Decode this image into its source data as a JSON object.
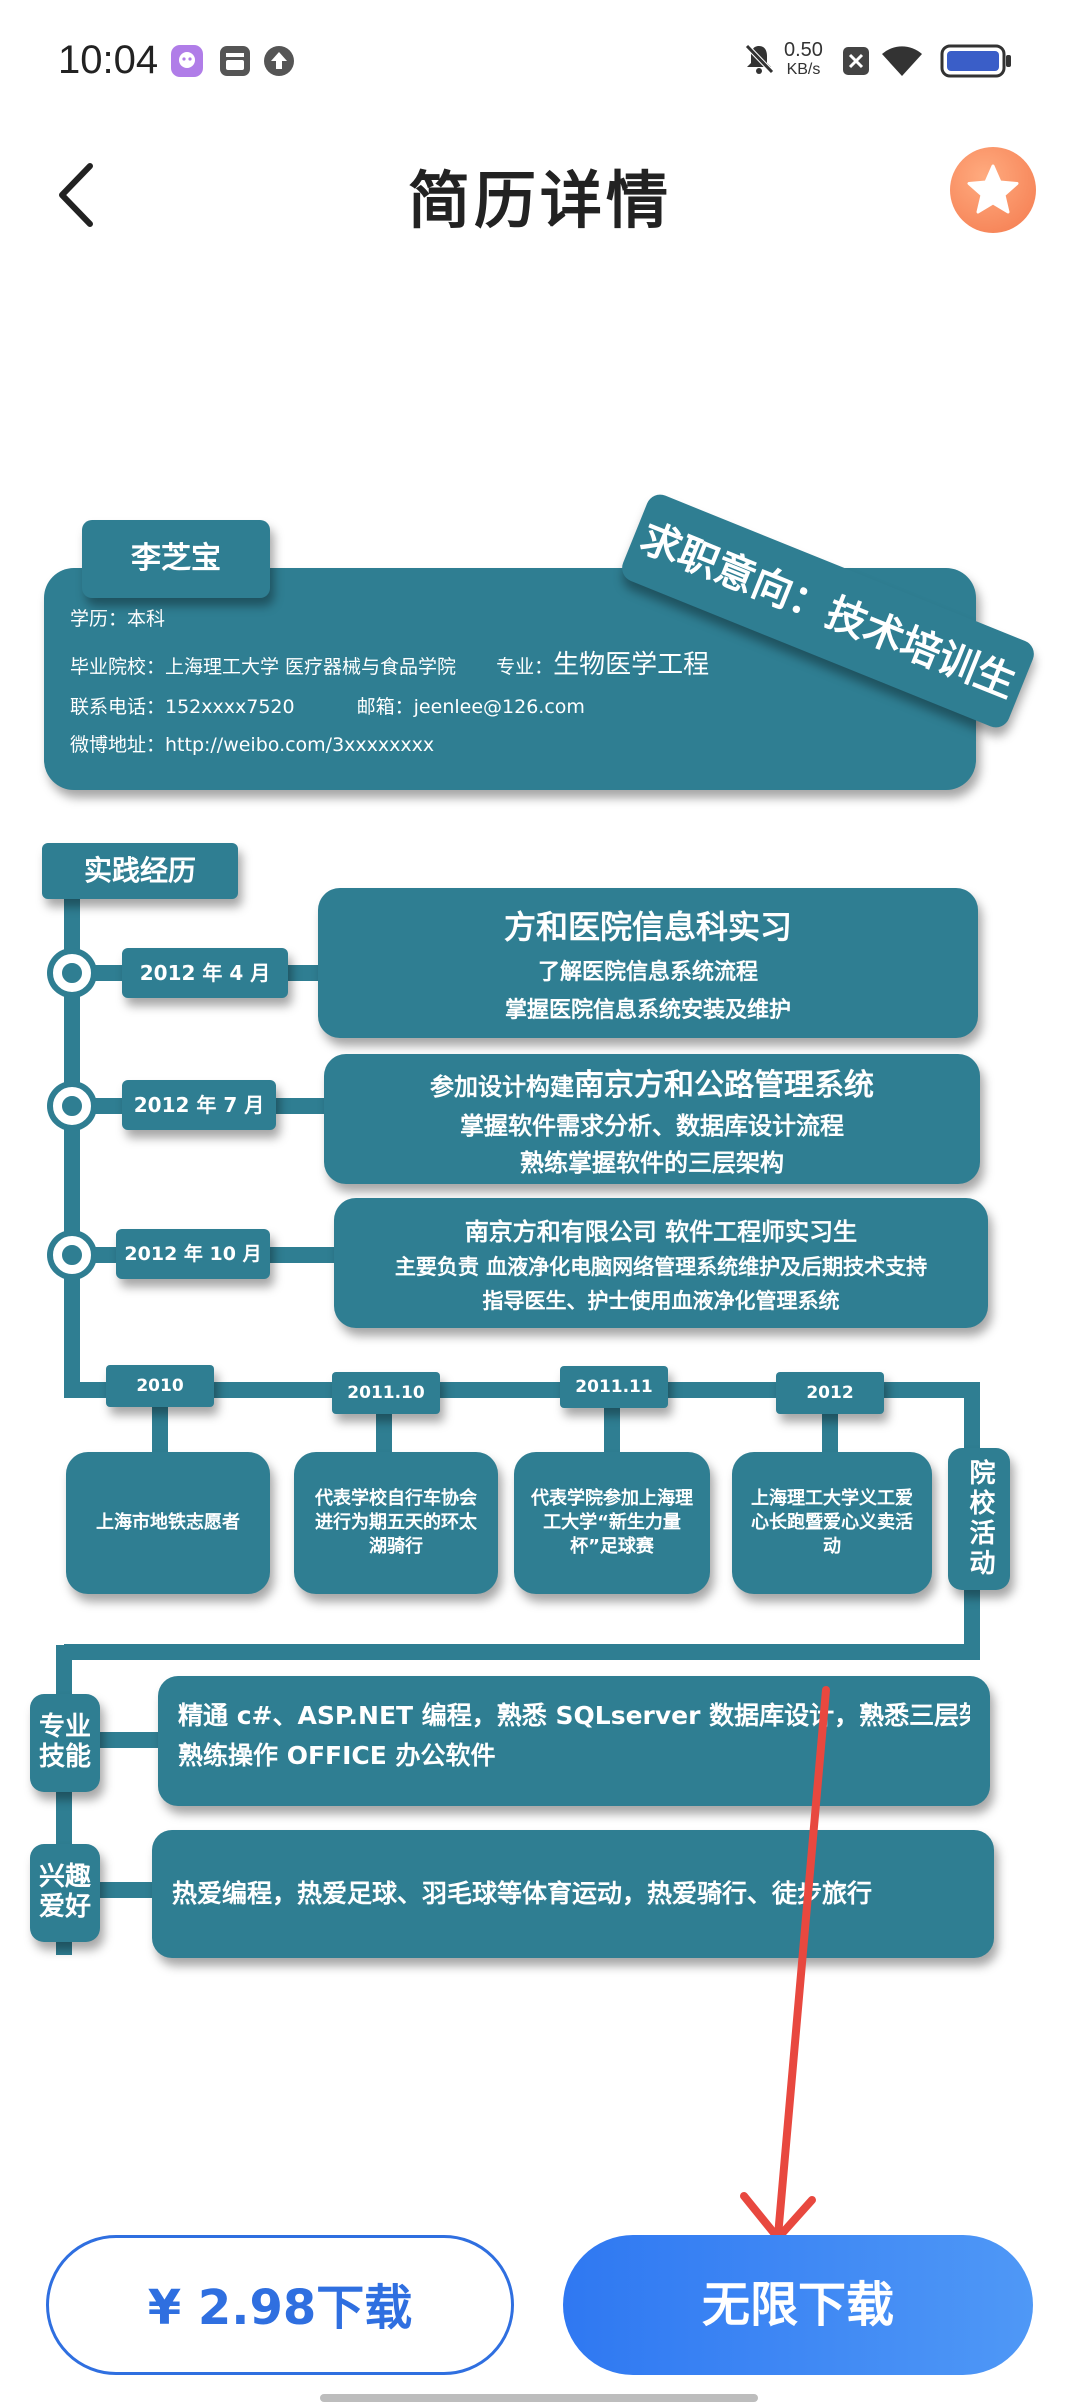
{
  "status_bar": {
    "time": "10:04",
    "net_speed_value": "0.50",
    "net_speed_unit": "KB/s",
    "icons": [
      "app-notification-icon",
      "inbox-icon",
      "upload-icon",
      "mute-icon",
      "sim-off-icon",
      "wifi-icon",
      "battery-icon"
    ]
  },
  "header": {
    "title": "简历详情",
    "back_icon": "chevron-left-icon",
    "favorite_icon": "star-icon"
  },
  "resume": {
    "name": "李芝宝",
    "intent": "求职意向：技术培训生",
    "education_line": "学历：本科",
    "school_line": "毕业院校：上海理工大学  医疗器械与食品学院",
    "major_label": "专业：",
    "major_value": "生物医学工程",
    "phone_line": "联系电话：152xxxx7520",
    "email_line": "邮箱：jeenlee@126.com",
    "weibo_line": "微博地址：http://weibo.com/3xxxxxxxx",
    "practice_title": "实践经历",
    "experiences": [
      {
        "date": "2012 年 4 月",
        "line1": "方和医院信息科实习",
        "line2": "了解医院信息系统流程",
        "line3": "掌握医院信息系统安装及维护"
      },
      {
        "date": "2012 年 7 月",
        "line1_prefix": "参加设计构建",
        "line1": "南京方和公路管理系统",
        "line2": "掌握软件需求分析、数据库设计流程",
        "line3": "熟练掌握软件的三层架构"
      },
      {
        "date": "2012 年 10 月",
        "line1": "南京方和有限公司    软件工程师实习生",
        "line2": "主要负责 血液净化电脑网络管理系统维护及后期技术支持",
        "line3": "指导医生、护士使用血液净化管理系统"
      }
    ],
    "activities_title": "院校活动",
    "activities": [
      {
        "year": "2010",
        "text": "上海市地铁志愿者"
      },
      {
        "year": "2011.10",
        "text": "代表学校自行车协会进行为期五天的环太湖骑行"
      },
      {
        "year": "2011.11",
        "text": "代表学院参加上海理工大学“新生力量杯”足球赛"
      },
      {
        "year": "2012",
        "text": "上海理工大学义工爱心长跑暨爱心义卖活动"
      }
    ],
    "skills_title": "专业技能",
    "skills_line1": "精通 c#、ASP.NET 编程，熟悉 SQLserver 数据库设计，熟悉三层架构",
    "skills_line2": "熟练操作 OFFICE 办公软件",
    "hobbies_title": "兴趣爱好",
    "hobbies_text": "热爱编程，热爱足球、羽毛球等体育运动，热爱骑行、徒步旅行"
  },
  "actions": {
    "price_label": "¥ 2.98下载",
    "unlimited_label": "无限下载"
  },
  "colors": {
    "teal": "#2f7e92",
    "accent_blue": "#2f6fe0",
    "favorite_orange": "#f47a4e",
    "annotation_red": "#e8483f"
  }
}
